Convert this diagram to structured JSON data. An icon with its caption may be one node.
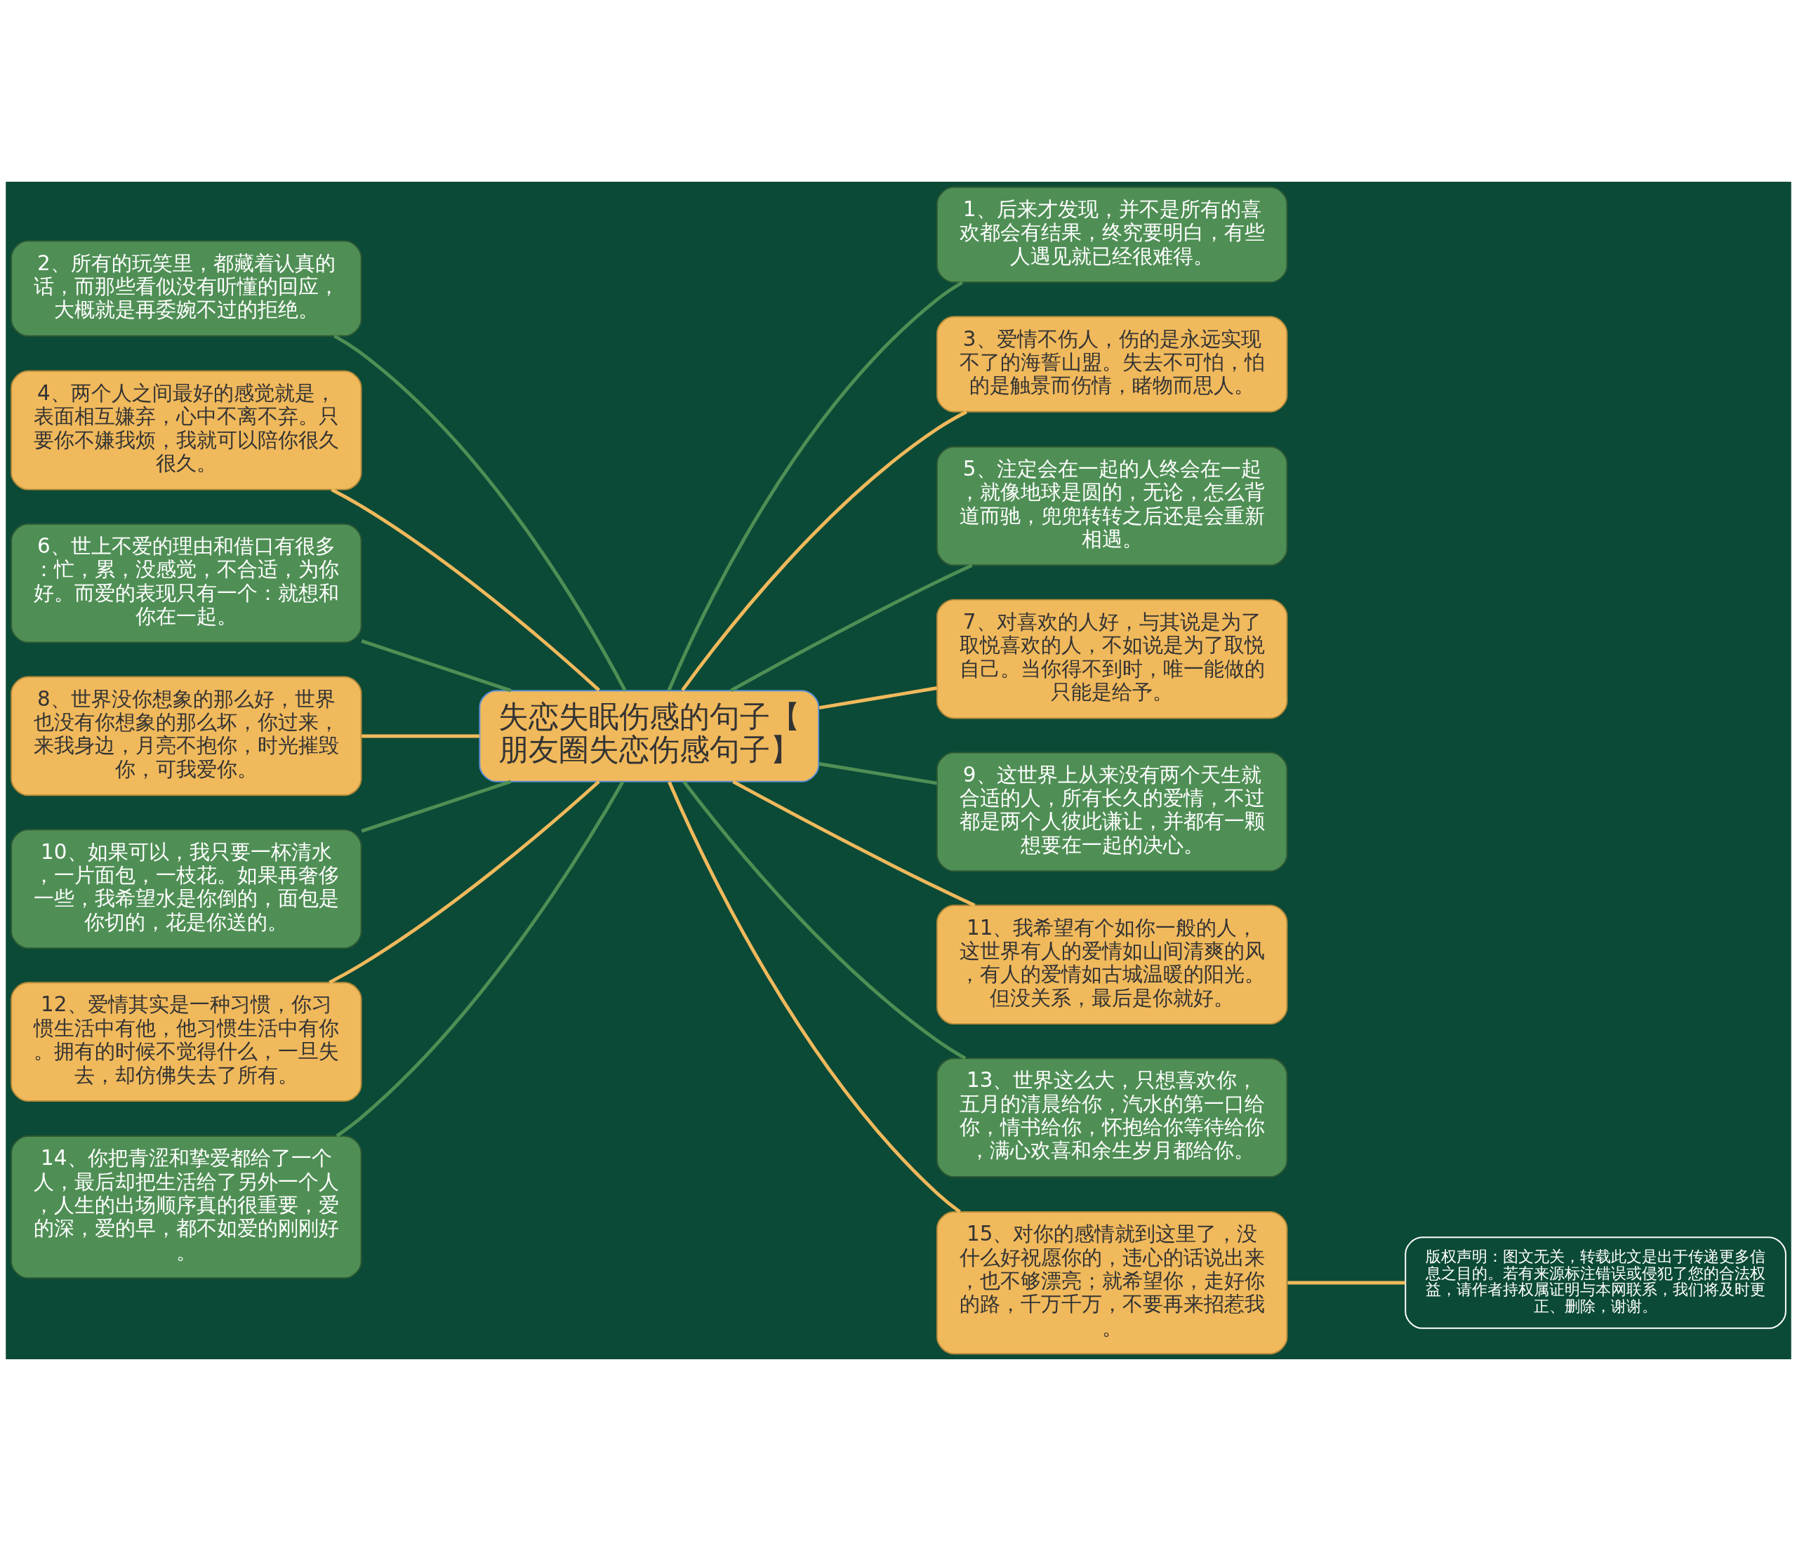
{
  "diagram": {
    "nodes": [
      {
        "text": [
          "失恋失眠伤感的句子【朋友圈失恋伤感句子】"
        ]
      },
      {
        "text": [
          "1、后来才发现，并不是所有的喜欢都会有结果，终究要明白，有些人遇见就已经很难得。"
        ]
      },
      {
        "text": [
          "2、所有的玩笑里，都藏着认真的话，而那些看似没有听懂的回应，大概就是再委婉不过的拒绝。"
        ]
      },
      {
        "text": [
          "3、爱情不伤人，伤的是永远实现不了的海誓山盟。失去不可怕，怕的是触景而伤情，睹物而思人。"
        ]
      },
      {
        "text": [
          "4、两个人之间最好的感觉就是，表面相互嫌弃，心中不离不弃。只要你不嫌我烦，我就可以陪你很久很久。"
        ]
      },
      {
        "text": [
          "5、注定会在一起的人终会在一起，就像地球是圆的，无论，怎么背道而驰，兜兜转转之后还是会重新相遇。"
        ]
      },
      {
        "text": [
          "6、世上不爱的理由和借口有很多：忙，累，没感觉，不合适，为你好。而爱的表现只有一个：就想和你在一起。"
        ]
      },
      {
        "text": [
          "7、对喜欢的人好，与其说是为了取悦喜欢的人，不如说是为了取悦自己。当你得不到时，唯一能做的只能是给予。"
        ]
      },
      {
        "text": [
          "8、世界没你想象的那么好，世界也没有你想象的那么坏，你过来，来我身边，月亮不抱你，时光摧毁你，可我爱你。"
        ]
      },
      {
        "text": [
          "9、这世界上从来没有两个天生就合适的人，所有长久的爱情，不过都是两个人彼此谦让，并都有一颗想要在一起的决心。"
        ]
      },
      {
        "text": [
          "10、如果可以，我只要一杯清水，一片面包，一枝花。如果再奢侈一些，我希望水是你倒的，面包是你切的，花是你送的。"
        ]
      },
      {
        "text": [
          "11、我希望有个如你一般的人，这世界有人的爱情如山间清爽的风，有人的爱情如古城温暖的阳光。但没关系，最后是你就好。"
        ]
      },
      {
        "text": [
          "12、爱情其实是一种习惯，你习惯生活中有他，他习惯生活中有你。拥有的时候不觉得什么，一旦失去，却仿佛失去了所有。"
        ]
      },
      {
        "text": [
          "13、世界这么大，只想喜欢你，五月的清晨给你，汽水的第一口给你，情书给你，怀抱给你等待给你，满心欢喜和余生岁月都给你。"
        ]
      },
      {
        "text": [
          "14、你把青涩和挚爱都给了一个人，最后却把生活给了另外一个人，人生的出场顺序真的很重要，爱的深，爱的早，都不如爱的刚刚好。"
        ]
      },
      {
        "text": [
          "15、对你的感情就到这里了，没什么好祝愿你的，违心的话说出来，也不够漂亮；就希望你，走好你的路，千万千万，不要再来招惹我。"
        ]
      },
      {
        "text": [
          "版权声明：图文无关，转载此文是出于传递更多信息之目的。若有来源标注错误或侵犯了您的合法权益，请作者持权属证明与本网联系，我们将及时更正、删除，谢谢。"
        ]
      }
    ],
    "edges": [
      {
        "from": 0,
        "to": 1,
        "arrow": "none"
      },
      {
        "from": 0,
        "to": 2,
        "arrow": "none"
      },
      {
        "from": 0,
        "to": 3,
        "arrow": "none",
        "color": "#f0b95c"
      },
      {
        "from": 0,
        "to": 4,
        "arrow": "none",
        "color": "#f0b95c"
      },
      {
        "from": 0,
        "to": 5,
        "arrow": "none"
      },
      {
        "from": 0,
        "to": 6,
        "arrow": "none"
      },
      {
        "from": 0,
        "to": 7,
        "arrow": "none",
        "color": "#f0b95c"
      },
      {
        "from": 0,
        "to": 8,
        "arrow": "none",
        "color": "#f0b95c"
      },
      {
        "from": 0,
        "to": 9,
        "arrow": "none"
      },
      {
        "from": 0,
        "to": 10,
        "arrow": "none"
      },
      {
        "from": 0,
        "to": 11,
        "arrow": "none",
        "color": "#f0b95c"
      },
      {
        "from": 0,
        "to": 12,
        "arrow": "none",
        "color": "#f0b95c"
      },
      {
        "from": 0,
        "to": 13,
        "arrow": "none"
      },
      {
        "from": 0,
        "to": 14,
        "arrow": "none"
      },
      {
        "from": 0,
        "to": 15,
        "arrow": "none",
        "color": "#f0b95c"
      },
      {
        "from": 15,
        "to": 16,
        "arrow": "none",
        "color": "#f0b95c"
      }
    ]
  }
}
